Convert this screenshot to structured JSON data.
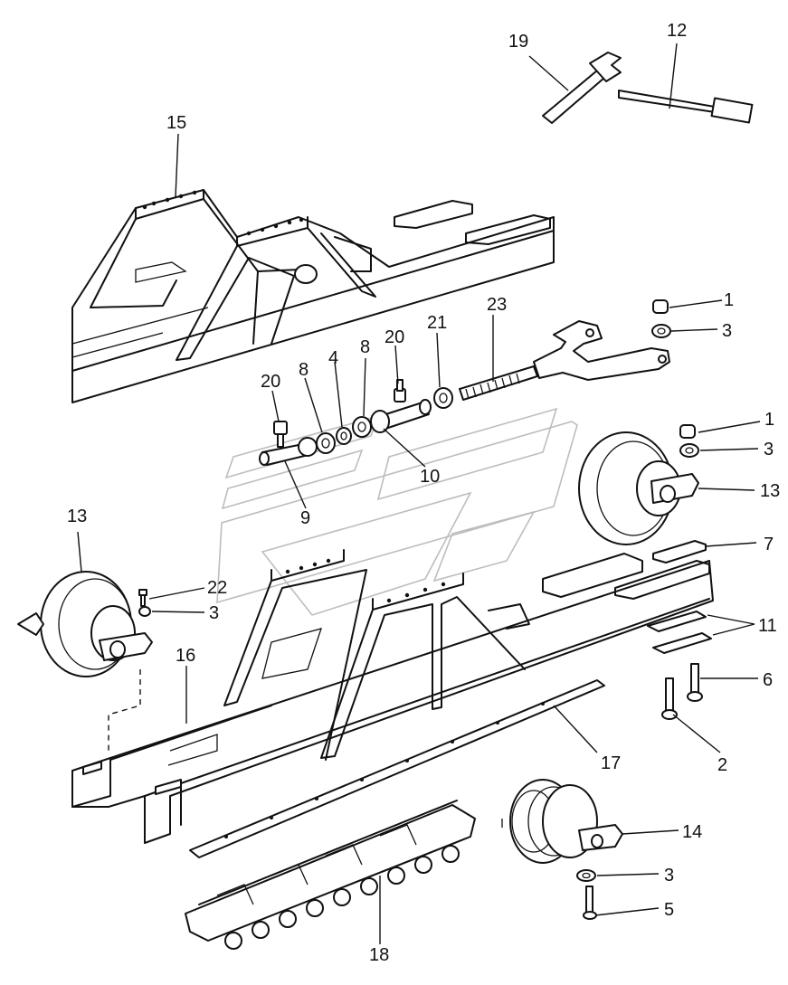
{
  "diagram": {
    "callouts": {
      "c1a": "1",
      "c1b": "1",
      "c2": "2",
      "c3a": "3",
      "c3b": "3",
      "c3c": "3",
      "c3d": "3",
      "c4": "4",
      "c5": "5",
      "c6": "6",
      "c7": "7",
      "c8a": "8",
      "c8b": "8",
      "c9": "9",
      "c10": "10",
      "c11": "11",
      "c12": "12",
      "c13a": "13",
      "c13b": "13",
      "c14": "14",
      "c15": "15",
      "c16": "16",
      "c17": "17",
      "c18": "18",
      "c19": "19",
      "c20a": "20",
      "c20b": "20",
      "c21": "21",
      "c22": "22",
      "c23": "23"
    }
  }
}
